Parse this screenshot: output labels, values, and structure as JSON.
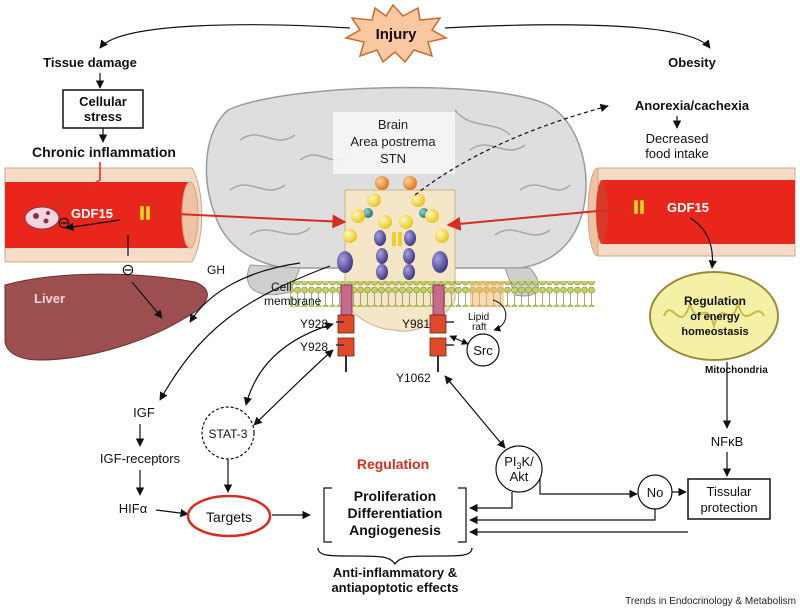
{
  "labels": {
    "injury": "Injury",
    "tissue_damage": "Tissue damage",
    "obesity": "Obesity",
    "cellular_stress_1": "Cellular",
    "cellular_stress_2": "stress",
    "chronic_inflammation": "Chronic inflammation",
    "brain_1": "Brain",
    "brain_2": "Area postrema",
    "brain_3": "STN",
    "anorexia": "Anorexia/cachexia",
    "decreased_food_1": "Decreased",
    "decreased_food_2": "food intake",
    "gdf15_left": "GDF15",
    "gdf15_right": "GDF15",
    "inhibit_symbol": "⊖",
    "gh": "GH",
    "liver": "Liver",
    "cell_membrane_1": "Cell",
    "cell_membrane_2": "membrane",
    "y928_a": "Y928",
    "y928_b": "Y928",
    "y981": "Y981",
    "y1062": "Y1062",
    "lipid_raft_1": "Lipid",
    "lipid_raft_2": "raft",
    "src": "Src",
    "regulation_energy_1": "Regulation",
    "regulation_energy_2": "of energy",
    "regulation_energy_3": "homeostasis",
    "mitochondria": "Mitochondria",
    "igf": "IGF",
    "igf_receptors": "IGF-receptors",
    "hif": "HIFα",
    "stat3": "STAT-3",
    "targets": "Targets",
    "regulation": "Regulation",
    "proliferation": "Proliferation",
    "differentiation": "Differentiation",
    "angiogenesis": "Angiogenesis",
    "pi3k_1": "PI",
    "pi3k_sub": "3",
    "pi3k_2": "K/",
    "akt": "Akt",
    "no": "No",
    "nfkb": "NFκB",
    "tissular_1": "Tissular",
    "tissular_2": "protection",
    "anti_1": "Anti-inflammatory &",
    "anti_2": "antiapoptotic effects",
    "credit": "Trends in Endocrinology & Metabolism"
  },
  "colors": {
    "vessel_red": "#e8261c",
    "vessel_wall": "#f6dcc6",
    "liver": "#9d4f4f",
    "mitochondria": "#f4f0a6",
    "receptor_purple": "#5c4f9c",
    "ret_red": "#e04a2c",
    "regulation_red": "#d62d20",
    "injury_star": "#f9c8a1",
    "brain": "#dcdcdc"
  }
}
